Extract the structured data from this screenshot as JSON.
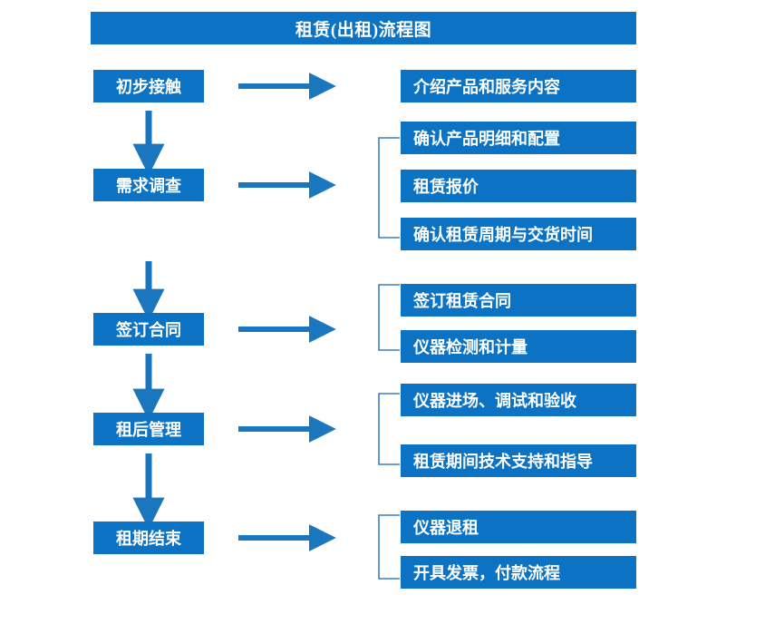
{
  "diagram": {
    "title": "租赁(出租)流程图",
    "accent_color": "#0b72c4",
    "background_color": "#ffffff",
    "text_color": "#ffffff",
    "connector_color": "#1a76bd"
  },
  "stages": [
    {
      "label": "初步接触"
    },
    {
      "label": "需求调查"
    },
    {
      "label": "签订合同"
    },
    {
      "label": "租后管理"
    },
    {
      "label": "租期结束"
    }
  ],
  "tasks": [
    {
      "label": "介绍产品和服务内容"
    },
    {
      "label": "确认产品明细和配置"
    },
    {
      "label": "租赁报价"
    },
    {
      "label": "确认租赁周期与交货时间"
    },
    {
      "label": "签订租赁合同"
    },
    {
      "label": "仪器检测和计量"
    },
    {
      "label": "仪器进场、调试和验收"
    },
    {
      "label": "租赁期间技术支持和指导"
    },
    {
      "label": "仪器退租"
    },
    {
      "label": "开具发票，付款流程"
    }
  ],
  "groups": [
    {
      "stage": "需求调查",
      "tasks": [
        "确认产品明细和配置",
        "租赁报价",
        "确认租赁周期与交货时间"
      ]
    },
    {
      "stage": "签订合同",
      "tasks": [
        "签订租赁合同",
        "仪器检测和计量"
      ]
    },
    {
      "stage": "租后管理",
      "tasks": [
        "仪器进场、调试和验收",
        "租赁期间技术支持和指导"
      ]
    },
    {
      "stage": "租期结束",
      "tasks": [
        "仪器退租",
        "开具发票，付款流程"
      ]
    }
  ]
}
